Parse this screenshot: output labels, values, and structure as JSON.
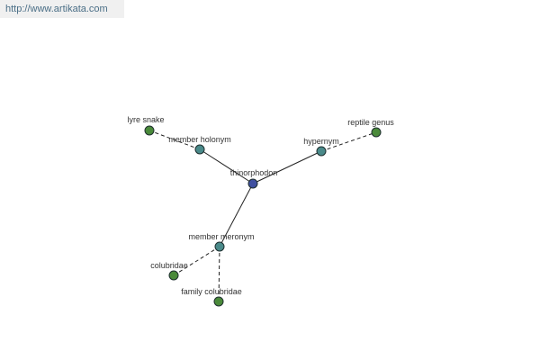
{
  "site": {
    "url": "http://www.artikata.com"
  },
  "colors": {
    "center": "#4050a0",
    "relation": "#4a8a8a",
    "leaf": "#4a8a3a"
  },
  "graph": {
    "center": {
      "label": "thinorphodon"
    },
    "relations": [
      {
        "label": "member holonym"
      },
      {
        "label": "hypernym"
      },
      {
        "label": "member meronym"
      }
    ],
    "leaves": [
      {
        "label": "lyre snake",
        "relation": "member holonym"
      },
      {
        "label": "reptile genus",
        "relation": "hypernym"
      },
      {
        "label": "colubridae",
        "relation": "member meronym"
      },
      {
        "label": "family colubridae",
        "relation": "member meronym"
      }
    ]
  }
}
